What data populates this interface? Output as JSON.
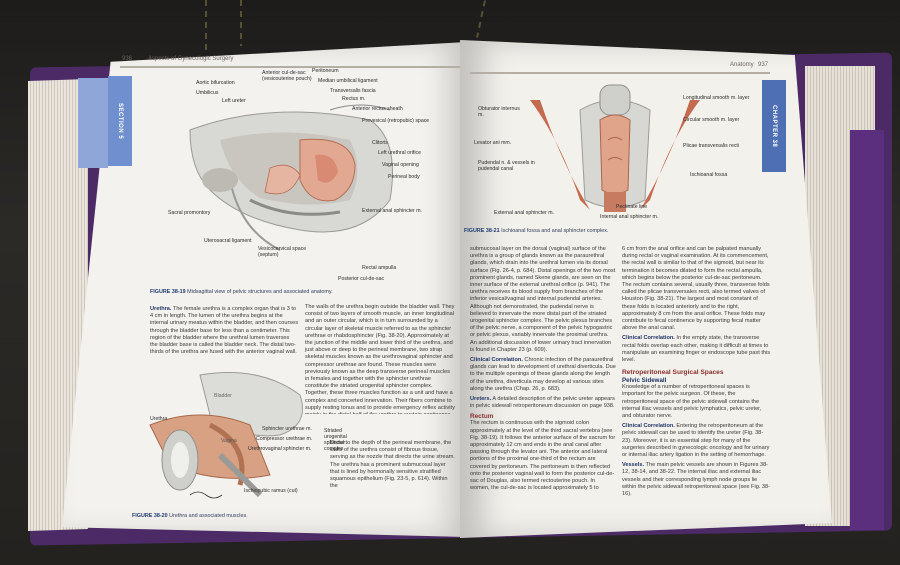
{
  "left_page": {
    "page_number": "936",
    "running_head": "Aspects of Gynecologic Surgery",
    "section_tab": "SECTION 5",
    "figure_19": {
      "labels": [
        "Aortic bifurcation",
        "Umbilicus",
        "Left ureter",
        "Anterior cul-de-sac (vesicouterine pouch)",
        "Peritoneum",
        "Median umbilical ligament",
        "Transversalis fascia",
        "Rectus m.",
        "Anterior rectus sheath",
        "Prevesical (retropubic) space",
        "Clitoris",
        "Left urethral orifice",
        "Vaginal opening",
        "Perineal body",
        "Sacral promontory",
        "External anal sphincter m.",
        "Uterosacral ligament",
        "Vesicocervical space (septum)",
        "Rectal ampulla",
        "Posterior cul-de-sac"
      ],
      "caption_num": "FIGURE 38-19",
      "caption_text": "Midsagittal view of pelvic structures and associated anatomy."
    },
    "urethra_heading": "Urethra.",
    "urethra_text": "The female urethra is a complex organ that is 3 to 4 cm in length. The lumen of the urethra begins at the internal urinary meatus within the bladder, and then courses through the bladder base for less than a centimeter. This region of the bladder where the urethral lumen traverses the bladder base is called the bladder neck. The distal two-thirds of the urethra are fused with the anterior vaginal wall.",
    "col2_text": "The walls of the urethra begin outside the bladder wall. They consist of two layers of smooth muscle, an inner longitudinal and an outer circular, which is in turn surrounded by a circular layer of skeletal muscle referred to as the sphincter urethrae or rhabdosphincter (Fig. 38-20). Approximately at the junction of the middle and lower third of the urethra, and just above or deep to the perineal membrane, two strap skeletal muscles known as the urethrovaginal sphincter and compressor urethrae are found. These muscles were previously known as the deep transverse perineal muscles in females and together with the sphincter urethrae constitute the striated urogenital sphincter complex. Together, these three muscles function as a unit and have a complex and concerted innervation. Their fibers combine to supply resting tonus and to provide emergency reflex activity mainly in the distal half of the urethra to sustain continence.",
    "col2_text_b": "Distal to the depth of the perineal membrane, the walls of the urethra consist of fibrous tissue, serving as the nozzle that directs the urine stream. The urethra has a prominent submucosal layer that is lined by hormonally sensitive stratified squamous epithelium (Fig. 23-5, p. 614). Within the",
    "figure_20": {
      "labels": [
        "Urethra",
        "Bladder",
        "Vagina",
        "Sphincter urethrae m.",
        "Compressor urethrae m.",
        "Urethrovaginal sphincter m.",
        "Striated urogenital sphincter complex",
        "Ischiopubic ramus (cut)"
      ],
      "caption_num": "FIGURE 38-20",
      "caption_text": "Urethra and associated muscles."
    }
  },
  "right_page": {
    "page_number": "937",
    "running_head": "Anatomy",
    "chapter_tab": "CHAPTER 38",
    "figure_21": {
      "labels": [
        "Obturator internus m.",
        "Levator ani mm.",
        "Pudendal n. & vessels in pudendal canal",
        "External anal sphincter m.",
        "Longitudinal smooth m. layer",
        "Circular smooth m. layer",
        "Plicae transversalis recti",
        "Ischioanal fossa",
        "Pectinate line",
        "Internal anal sphincter m."
      ],
      "caption_num": "FIGURE 38-21",
      "caption_text": "Ischioanal fossa and anal sphincter complex."
    },
    "col1_text": "submucosal layer on the dorsal (vaginal) surface of the urethra is a group of glands known as the paraurethral glands, which drain into the urethral lumen via its dorsal surface (Fig. 26-4, p. 684). Distal openings of the two most prominent glands, named Skene glands, are seen on the inner surface of the external urethral orifice (p. 941). The urethra receives its blood supply from branches of the inferior vesical/vaginal and internal pudendal arteries. Although not demonstrated, the pudendal nerve is believed to innervate the more distal part of the striated urogenital sphincter complex. The pelvic plexus branches of the pelvic nerve, a component of the pelvic hypogastric or pelvic plexus, variably innervate the proximal urethra. An additional discussion of lower urinary tract innervation is found in Chapter 23 (p. 609).",
    "clin1_heading": "Clinical Correlation.",
    "clin1_text": "Chronic infection of the paraurethral glands can lead to development of urethral diverticula. Due to the multiple openings of these glands along the length of the urethra, diverticula may develop at various sites along the urethra (Chap. 26, p. 683).",
    "ureters_heading": "Ureters.",
    "ureters_text": "A detailed description of the pelvic ureter appears in pelvic sidewall retroperitoneum discussion on page 938.",
    "rectum_heading": "Rectum",
    "rectum_text": "The rectum is continuous with the sigmoid colon approximately at the level of the third sacral vertebra (see Fig. 38-19). It follows the anterior surface of the sacrum for approximately 12 cm and ends in the anal canal after passing through the levator ani. The anterior and lateral portions of the proximal one-third of the rectum are covered by peritoneum. The peritoneum is then reflected onto the posterior vaginal wall to form the posterior cul-de-sac of Douglas, also termed rectouterine pouch. In women, the cul-de-sac is located approximately 5 to",
    "col2_text": "6 cm from the anal orifice and can be palpated manually during rectal or vaginal examination. At its commencement, the rectal wall is similar to that of the sigmoid, but near its termination it becomes dilated to form the rectal ampulla, which begins below the posterior cul-de-sac peritoneum. The rectum contains several, usually three, transverse folds called the plicae transversales recti, also termed valves of Houston (Fig. 38-21). The largest and most constant of these folds is located anteriorly and to the right, approximately 8 cm from the anal orifice. These folds may contribute to fecal continence by supporting fecal matter above the anal canal.",
    "clin2_heading": "Clinical Correlation.",
    "clin2_text": "In the empty state, the transverse rectal folds overlap each other, making it difficult at times to manipulate an examining finger or endoscope tube past this level.",
    "retro_heading": "Retroperitoneal Surgical Spaces",
    "pelvic_heading": "Pelvic Sidewall",
    "pelvic_text": "Knowledge of a number of retroperitoneal spaces is important for the pelvic surgeon. Of these, the retroperitoneal space of the pelvic sidewall contains the internal iliac vessels and pelvic lymphatics, pelvic ureter, and obturator nerve.",
    "clin3_heading": "Clinical Correlation.",
    "clin3_text": "Entering the retroperitoneum at the pelvic sidewall can be used to identify the ureter (Fig. 38-23). Moreover, it is an essential step for many of the surgeries described in gynecologic oncology and for urinary or internal iliac artery ligation in the setting of hemorrhage.",
    "vessels_heading": "Vessels.",
    "vessels_text": "The main pelvic vessels are shown in Figures 38-12, 38-14, and 38-22. The internal iliac and external iliac vessels and their corresponding lymph node groups lie within the pelvic sidewall retroperitoneal space (see Fig. 38-16)."
  },
  "colors": {
    "section_tab": "#6f8fcf",
    "chapter_tab": "#4e6fb3",
    "cover": "#4b2a66",
    "muscle": "#d99a7c",
    "caption": "#1d3a70"
  }
}
